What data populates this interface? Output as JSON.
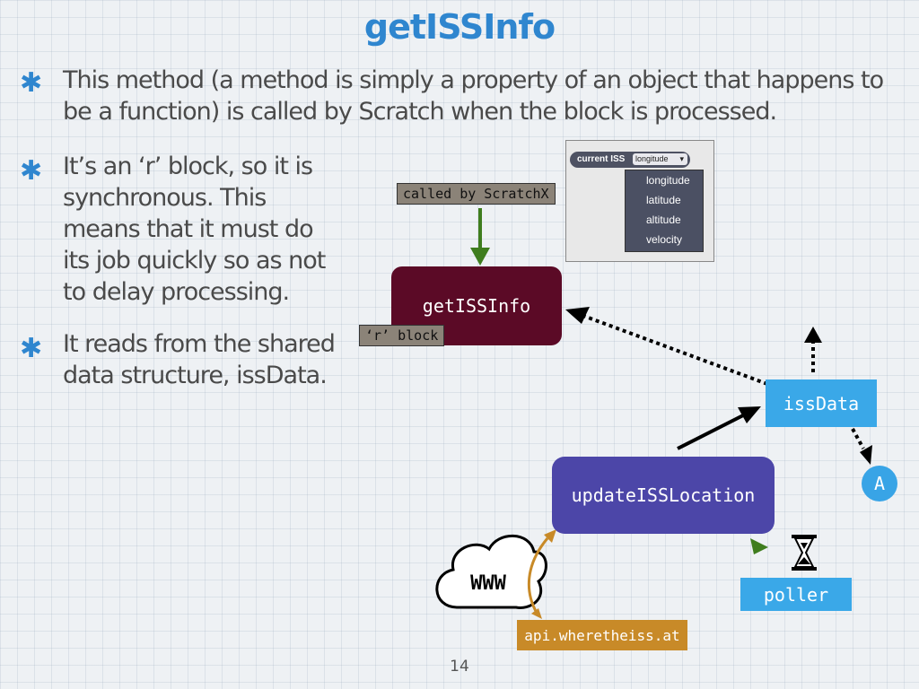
{
  "slide": {
    "title": "getISSInfo",
    "bullets": [
      {
        "lines": [
          "This method (a method is simply a property of an object that happens to",
          "be a function) is called by Scratch when the block is processed."
        ]
      },
      {
        "lines": [
          "It’s an ‘r’ block, so it is",
          "synchronous. This",
          "means that it must do",
          "its job quickly so as not",
          "to delay processing."
        ]
      },
      {
        "lines": [
          "It reads from the shared",
          "data structure, issData."
        ]
      }
    ],
    "bullet_marker": "✱",
    "page_number": "14"
  },
  "diagram": {
    "called_by_tag": "called by ScratchX",
    "block_tag": "‘r’ block",
    "getissinfo_box": "getISSInfo",
    "issdata_box": "issData",
    "update_box": "updateISSLocation",
    "poller_box": "poller",
    "api_box": "api.wheretheiss.at",
    "cloud_label": "WWW",
    "connector_label": "A",
    "hourglass_icon": "hourglass-icon",
    "colors": {
      "getissinfo": "#5b0a26",
      "update": "#4c46a8",
      "light_blue": "#3aa8e8",
      "api": "#c88a28",
      "green_arrow": "#3f7d1e",
      "tag_bg": "#8b8378"
    }
  },
  "scratch_block": {
    "current_label": "current  ISS",
    "selected": "longitude",
    "options": [
      "longitude",
      "latitude",
      "altitude",
      "velocity"
    ]
  }
}
